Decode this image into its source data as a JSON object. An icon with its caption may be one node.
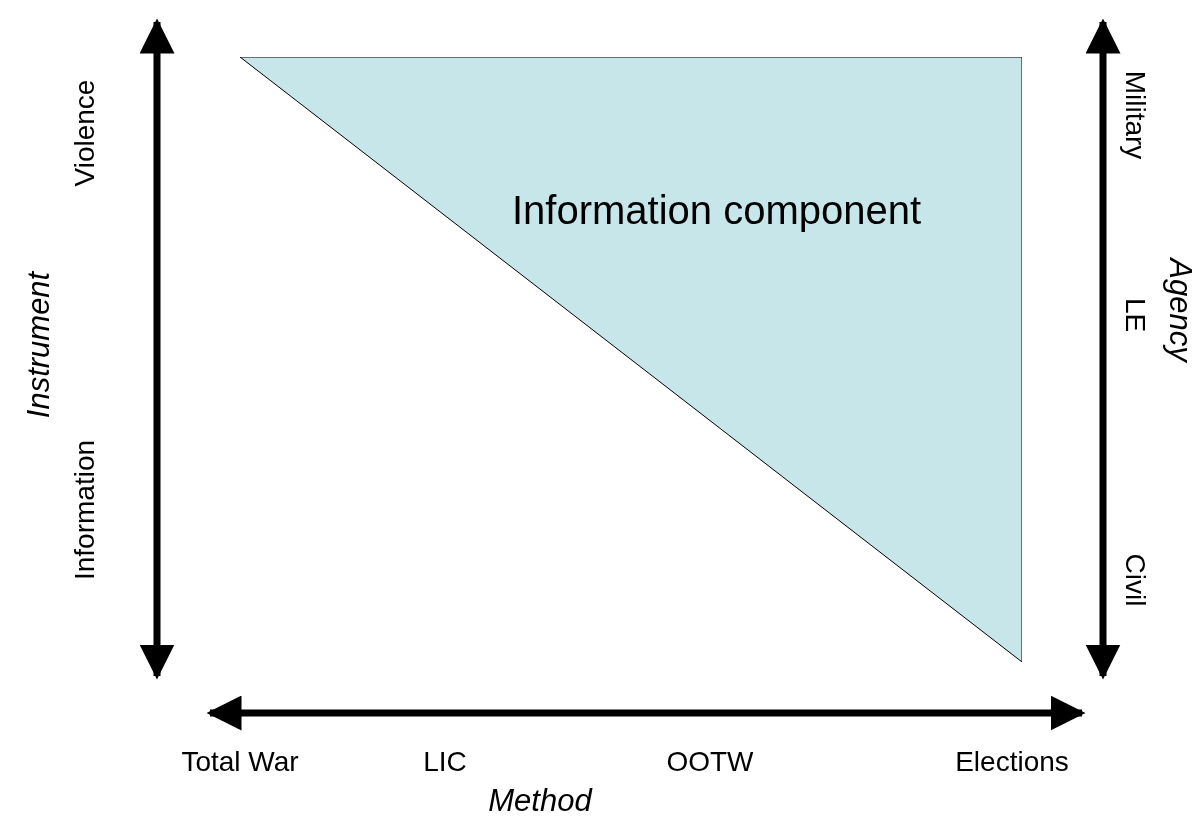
{
  "diagram": {
    "nodes": [
      {
        "text": [
          "Information component"
        ]
      }
    ],
    "labels": [
      "Violence",
      "Information",
      "Instrument",
      "Military",
      "LE",
      "Civil",
      "Agency",
      "Total War",
      "LIC",
      "OOTW",
      "Elections",
      "Method"
    ]
  }
}
